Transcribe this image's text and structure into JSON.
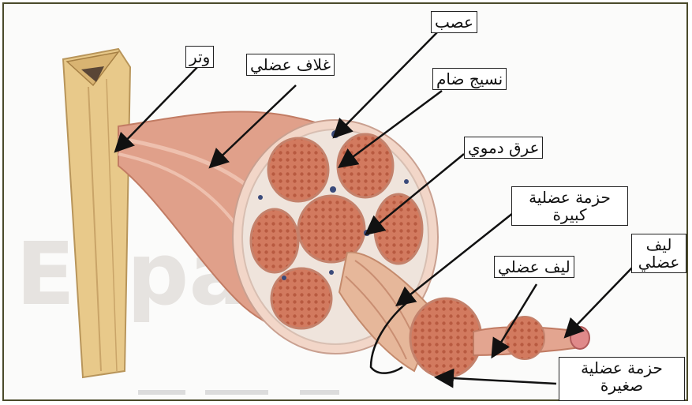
{
  "labels": {
    "tendon": "وتر",
    "muscle_sheath": "غلاف عضلي",
    "nerve": "عصب",
    "connective_tissue": "نسيج ضام",
    "blood_vessel": "عرق دموي",
    "large_bundle": "حزمة عضلية كبيرة",
    "muscle_fiber_1": "ليف عضلي",
    "muscle_fiber_2": "ليف عضلي",
    "small_bundle": "حزمة عضلية صغيرة"
  },
  "watermark": "Espa",
  "colors": {
    "tendon": "#e8c98a",
    "muscle": "#d98a6e",
    "fascicle": "#cf6f52",
    "sheath": "#f2d6c8",
    "connective": "#efe4dc",
    "vessel": "#3a4a7a",
    "arrow": "#111111"
  }
}
